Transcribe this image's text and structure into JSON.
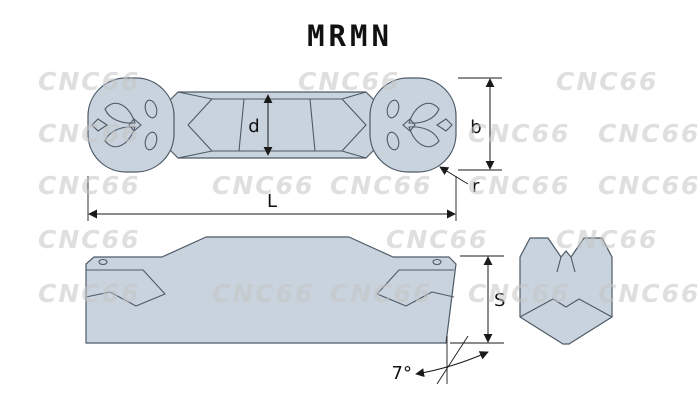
{
  "title": "MRMN",
  "labels": {
    "d": "d",
    "b": "b",
    "r": "r",
    "L": "L",
    "S": "S",
    "angle": "7°"
  },
  "watermark": {
    "text": "CNC66"
  },
  "colors": {
    "insert_fill": "#c8d3de",
    "outline": "#4d5a66",
    "dimension_line": "#1a1a1a",
    "watermark": "#c6c6c6",
    "background": "#ffffff"
  }
}
